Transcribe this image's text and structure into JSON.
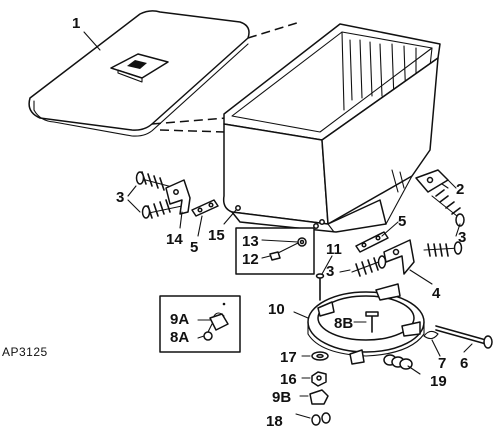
{
  "figure_code": "AP3125",
  "callouts": {
    "c1": "1",
    "c2": "2",
    "c3a": "3",
    "c3b": "3",
    "c3c": "3",
    "c4": "4",
    "c5a": "5",
    "c5b": "5",
    "c6": "6",
    "c7": "7",
    "c8A": "8A",
    "c8B": "8B",
    "c9A": "9A",
    "c9B": "9B",
    "c10": "10",
    "c11": "11",
    "c12": "12",
    "c13": "13",
    "c14": "14",
    "c15": "15",
    "c16": "16",
    "c17": "17",
    "c18": "18",
    "c19": "19"
  }
}
